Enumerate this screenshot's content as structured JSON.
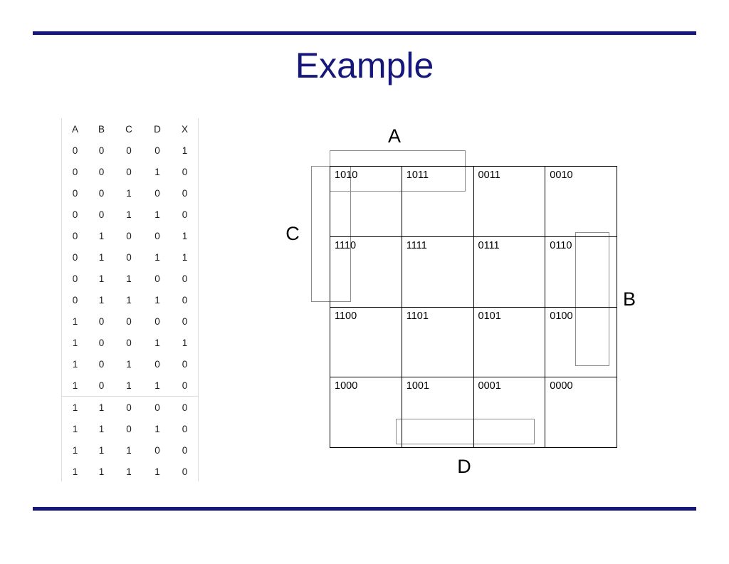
{
  "slide": {
    "title": "Example",
    "accent_color": "#16177a",
    "background_color": "#ffffff",
    "bracket_color": "#8c8c8c",
    "grid_color": "#000000"
  },
  "truth_table": {
    "headers": [
      "A",
      "B",
      "C",
      "D",
      "X"
    ],
    "rows": [
      [
        "0",
        "0",
        "0",
        "0",
        "1"
      ],
      [
        "0",
        "0",
        "0",
        "1",
        "0"
      ],
      [
        "0",
        "0",
        "1",
        "0",
        "0"
      ],
      [
        "0",
        "0",
        "1",
        "1",
        "0"
      ],
      [
        "0",
        "1",
        "0",
        "0",
        "1"
      ],
      [
        "0",
        "1",
        "0",
        "1",
        "1"
      ],
      [
        "0",
        "1",
        "1",
        "0",
        "0"
      ],
      [
        "0",
        "1",
        "1",
        "1",
        "0"
      ],
      [
        "1",
        "0",
        "0",
        "0",
        "0"
      ],
      [
        "1",
        "0",
        "0",
        "1",
        "1"
      ],
      [
        "1",
        "0",
        "1",
        "0",
        "0"
      ],
      [
        "1",
        "0",
        "1",
        "1",
        "0"
      ],
      [
        "1",
        "1",
        "0",
        "0",
        "0"
      ],
      [
        "1",
        "1",
        "0",
        "1",
        "0"
      ],
      [
        "1",
        "1",
        "1",
        "0",
        "0"
      ],
      [
        "1",
        "1",
        "1",
        "1",
        "0"
      ]
    ],
    "separator_after_row_index": 11
  },
  "kmap": {
    "cells": [
      [
        "1010",
        "1011",
        "0011",
        "0010"
      ],
      [
        "1110",
        "1111",
        "0111",
        "0110"
      ],
      [
        "1100",
        "1101",
        "0101",
        "0100"
      ],
      [
        "1000",
        "1001",
        "0001",
        "0000"
      ]
    ],
    "labels": {
      "a": "A",
      "b": "B",
      "c": "C",
      "d": "D"
    },
    "label_spans": {
      "a": "columns 1-2 (top)",
      "b": "rows 2-3 (right)",
      "c": "rows 1-2 (left)",
      "d": "columns 2-3 (bottom)"
    }
  }
}
